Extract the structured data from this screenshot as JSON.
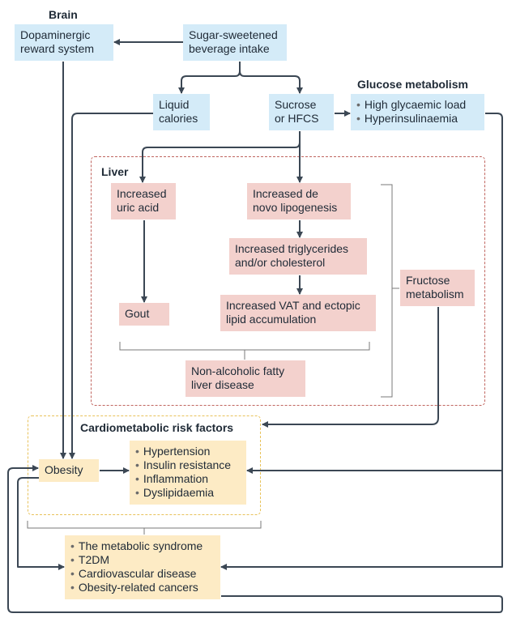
{
  "sections": {
    "brain": "Brain",
    "glucose": "Glucose metabolism",
    "liver": "Liver",
    "cardio": "Cardiometabolic risk factors"
  },
  "nodes": {
    "dopamine": [
      "Dopaminergic",
      "reward system"
    ],
    "ssb": [
      "Sugar-sweetened",
      "beverage intake"
    ],
    "liquid": [
      "Liquid",
      "calories"
    ],
    "sucrose": [
      "Sucrose",
      "or HFCS"
    ],
    "glucose_items": [
      "High glycaemic load",
      "Hyperinsulinaemia"
    ],
    "uric": [
      "Increased",
      "uric acid"
    ],
    "denovo": [
      "Increased de",
      "novo lipogenesis"
    ],
    "trig": [
      "Increased triglycerides",
      "and/or cholesterol"
    ],
    "vat": [
      "Increased VAT and ectopic",
      "lipid accumulation"
    ],
    "gout": [
      "Gout"
    ],
    "fructose": [
      "Fructose",
      "metabolism"
    ],
    "nafld": [
      "Non-alcoholic fatty",
      "liver disease"
    ],
    "obesity": [
      "Obesity"
    ],
    "risk_items": [
      "Hypertension",
      "Insulin resistance",
      "Inflammation",
      "Dyslipidaemia"
    ],
    "outcome_items": [
      "The metabolic syndrome",
      "T2DM",
      "Cardiovascular disease",
      "Obesity-related cancers"
    ]
  },
  "colors": {
    "blue_box": "#d4ebf8",
    "pink_box": "#f3d1cd",
    "yellow_box": "#fdebc5",
    "arrow": "#3b4754",
    "liver_border": "#c0655f",
    "cardio_border": "#e8c25a"
  }
}
